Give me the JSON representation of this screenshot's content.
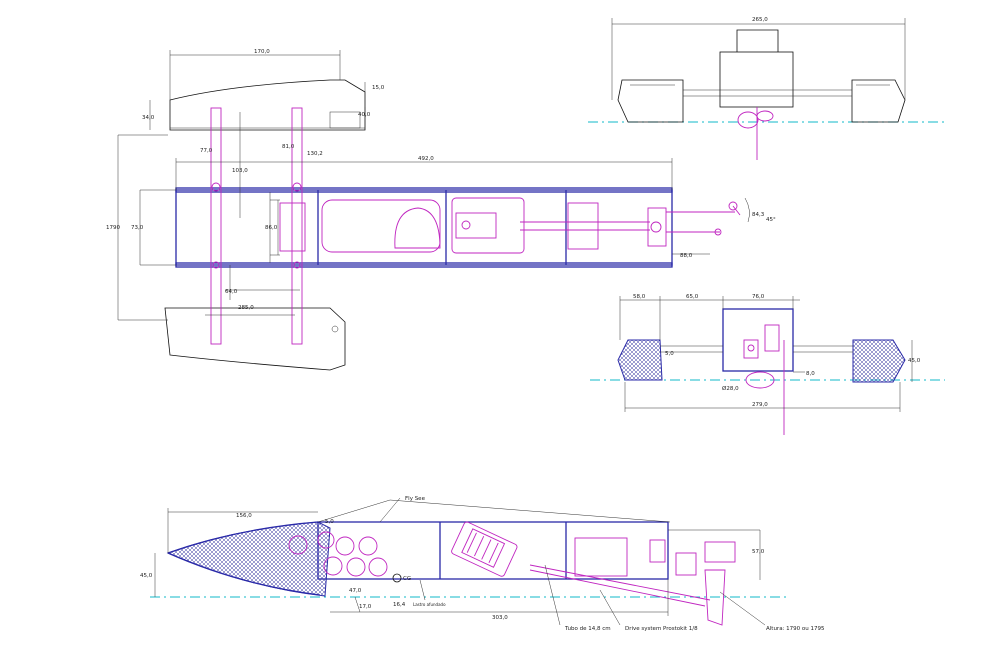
{
  "colors": {
    "outline": "#111111",
    "hull_blue": "#2a2aa8",
    "component_magenta": "#c026c0",
    "waterline_cyan": "#10b8c8",
    "mesh": "#3a3aa0"
  },
  "top_view": {
    "dim_top": "170,0",
    "dim_float_left": "34,0",
    "dim_right_a": "15,0",
    "dim_right_b": "40,0",
    "dim_77": "77,0",
    "dim_81": "81,0",
    "dim_130": "130,2",
    "dim_length": "492,0",
    "dim_1030": "103,0",
    "dim_total_width": "1790",
    "dim_hull_width": "73,0",
    "dim_860": "86,0",
    "dim_640": "64,0",
    "dim_float_len": "285,0",
    "dim_rudder": "84,3",
    "dim_angle": "45°",
    "dim_880": "88,0"
  },
  "front_view": {
    "dim_width": "265,0"
  },
  "section_view": {
    "dim_a": "58,0",
    "dim_b": "65,0",
    "dim_c": "76,0",
    "dim_d": "5,0",
    "dim_e": "45,0",
    "dim_f": "8,0",
    "dim_prop": "Ø28,0",
    "dim_total": "279,0"
  },
  "side_view": {
    "dim_bow": "156,0",
    "dim_small": "5,0",
    "dim_height": "57,0",
    "dim_bow_h": "45,0",
    "dim_17": "17,0",
    "dim_16": "16,4",
    "dim_47": "47,0",
    "dim_base": "303,0",
    "cg_label": "CG",
    "callout_flysee": "Fly See",
    "callout_tube": "Tubo de 14,8 cm",
    "callout_drive": "Drive system Prostokit 1/8",
    "callout_height": "Altura: 1790 ou 1795",
    "callout_foam": "Lastro afundado"
  }
}
